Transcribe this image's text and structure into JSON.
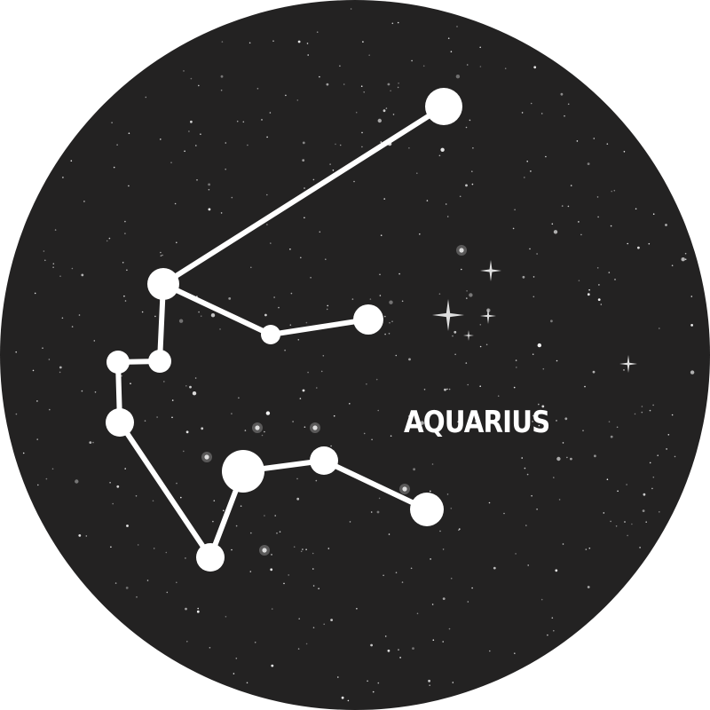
{
  "constellation": {
    "name": "AQUARIUS",
    "stars": [
      {
        "id": "s1",
        "r": 21
      },
      {
        "id": "s2",
        "r": 18
      },
      {
        "id": "s3",
        "r": 11
      },
      {
        "id": "s4",
        "r": 17
      },
      {
        "id": "s5",
        "r": 13
      },
      {
        "id": "s6",
        "r": 13
      },
      {
        "id": "s7",
        "r": 16
      },
      {
        "id": "s8",
        "r": 16
      },
      {
        "id": "s9",
        "r": 24
      },
      {
        "id": "s10",
        "r": 16
      },
      {
        "id": "s11",
        "r": 19
      }
    ],
    "lines": [
      [
        "s1",
        "s2"
      ],
      [
        "s2",
        "s3"
      ],
      [
        "s3",
        "s4"
      ],
      [
        "s2",
        "s5"
      ],
      [
        "s5",
        "s6"
      ],
      [
        "s6",
        "s7"
      ],
      [
        "s7",
        "s8"
      ],
      [
        "s8",
        "s9"
      ],
      [
        "s9",
        "s10"
      ],
      [
        "s10",
        "s11"
      ]
    ]
  },
  "colors": {
    "sky": "#232222",
    "constellation": "#ffffff",
    "frame": "#ffffff"
  }
}
